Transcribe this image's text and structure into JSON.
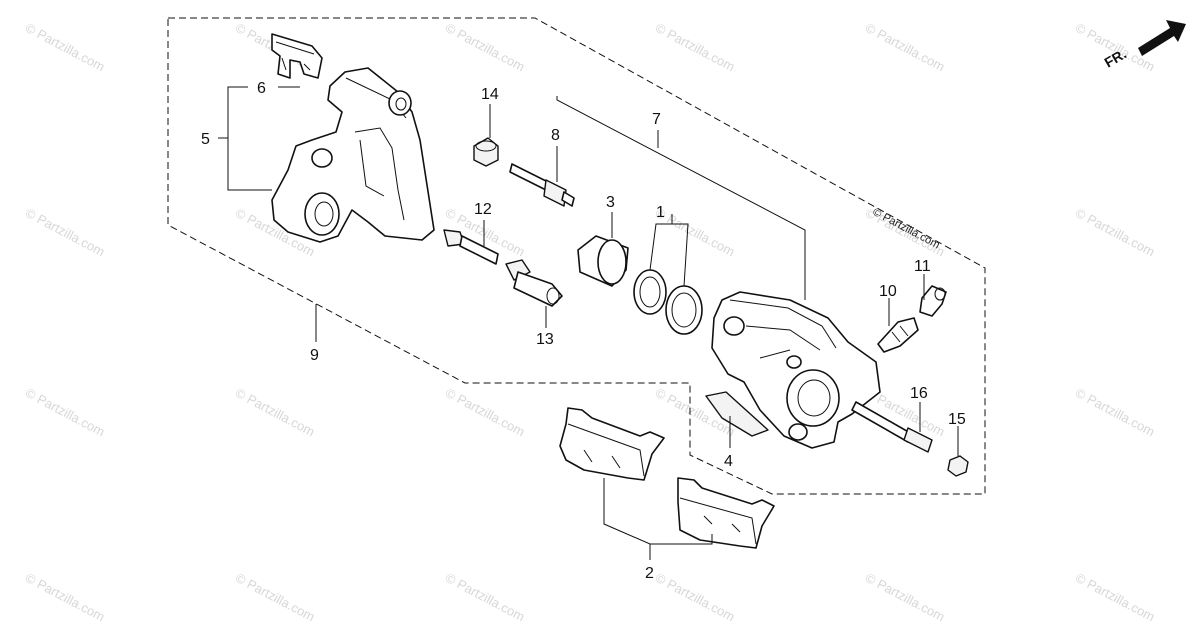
{
  "watermark": "© Partzilla.com",
  "copyright_label": "© Partzilla.com",
  "front_indicator": {
    "label": "FR."
  },
  "callouts": [
    {
      "id": "1",
      "label": "1"
    },
    {
      "id": "2",
      "label": "2"
    },
    {
      "id": "3",
      "label": "3"
    },
    {
      "id": "4",
      "label": "4"
    },
    {
      "id": "5",
      "label": "5"
    },
    {
      "id": "6",
      "label": "6"
    },
    {
      "id": "7",
      "label": "7"
    },
    {
      "id": "8",
      "label": "8"
    },
    {
      "id": "9",
      "label": "9"
    },
    {
      "id": "10",
      "label": "10"
    },
    {
      "id": "11",
      "label": "11"
    },
    {
      "id": "12",
      "label": "12"
    },
    {
      "id": "13",
      "label": "13"
    },
    {
      "id": "14",
      "label": "14"
    },
    {
      "id": "15",
      "label": "15"
    },
    {
      "id": "16",
      "label": "16"
    }
  ]
}
